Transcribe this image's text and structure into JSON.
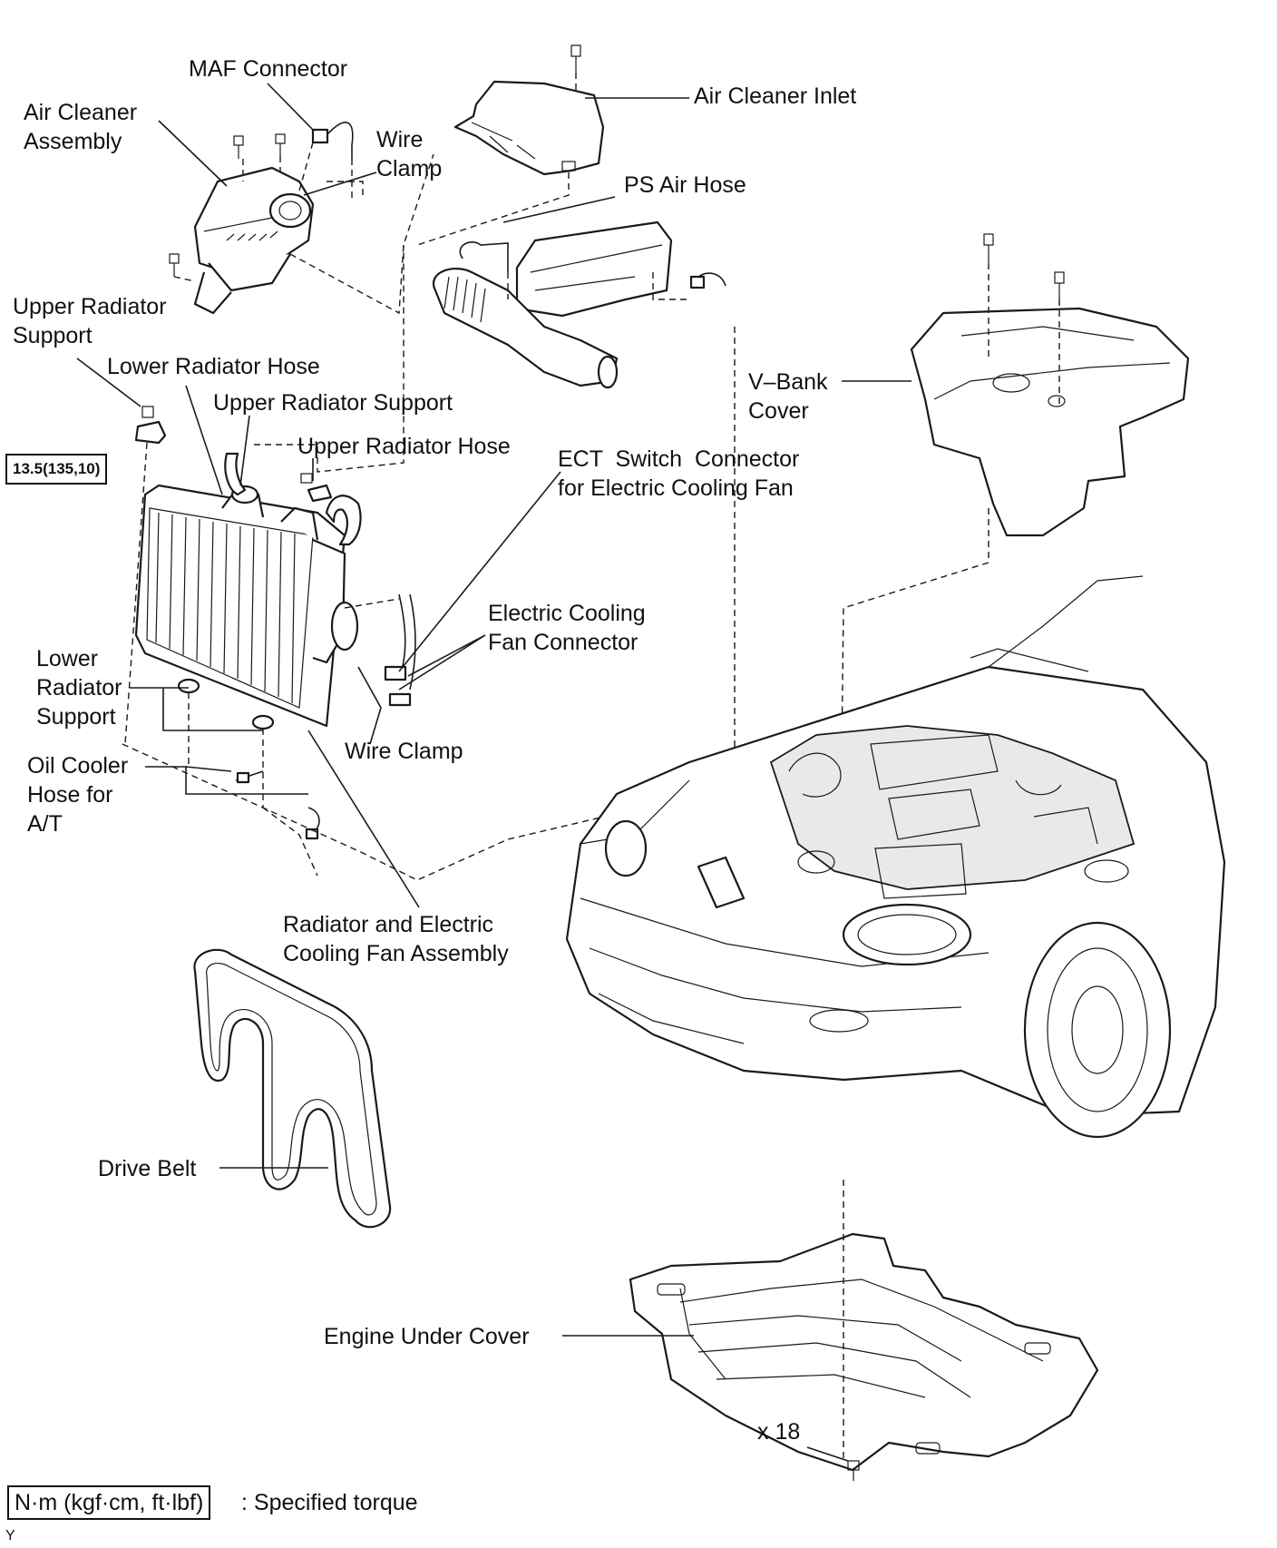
{
  "labels": {
    "maf_connector": "MAF Connector",
    "air_cleaner_assembly": "Air Cleaner\nAssembly",
    "wire_clamp_top": "Wire\nClamp",
    "air_cleaner_inlet": "Air Cleaner Inlet",
    "ps_air_hose": "PS Air Hose",
    "upper_radiator_support_left": "Upper Radiator\nSupport",
    "lower_radiator_hose": "Lower Radiator Hose",
    "upper_radiator_support_mid": "Upper Radiator Support",
    "upper_radiator_hose": "Upper Radiator Hose",
    "ect_switch_connector": "ECT  Switch  Connector\nfor Electric Cooling Fan",
    "v_bank_cover": "V–Bank\nCover",
    "electric_cooling_fan_connector": "Electric Cooling\nFan Connector",
    "lower_radiator_support": "Lower\nRadiator\nSupport",
    "wire_clamp_bottom": "Wire Clamp",
    "oil_cooler_hose": "Oil Cooler\nHose for\nA/T",
    "radiator_fan_assembly": "Radiator and Electric\nCooling Fan Assembly",
    "drive_belt": "Drive Belt",
    "engine_under_cover": "Engine Under Cover",
    "bolt_count": "x 18"
  },
  "torque_spec": "13.5(135,10)",
  "legend": {
    "unit_box": "N·m (kgf·cm, ft·lbf)",
    "description": ": Specified torque"
  },
  "corner_mark": "Y"
}
